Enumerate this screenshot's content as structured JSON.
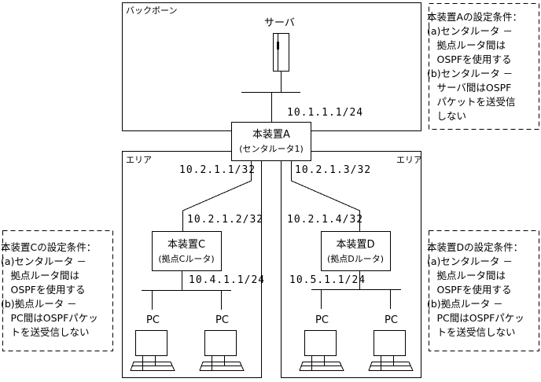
{
  "backbone": {
    "label": "バックボーン",
    "server_label": "サーバ",
    "server_ip": "10.1.1.1/24"
  },
  "router_a": {
    "name": "本装置A",
    "role": "(センタルータ1)",
    "left_link_ip": "10.2.1.1/32",
    "right_link_ip": "10.2.1.3/32"
  },
  "area_left": {
    "label": "エリア",
    "router": {
      "name": "本装置C",
      "role": "(拠点Cルータ)",
      "uplink_ip": "10.2.1.2/32",
      "lan_ip": "10.4.1.1/24"
    },
    "pcs": [
      {
        "label": "PC"
      },
      {
        "label": "PC"
      }
    ]
  },
  "area_right": {
    "label": "エリア",
    "router": {
      "name": "本装置D",
      "role": "(拠点Dルータ)",
      "uplink_ip": "10.2.1.4/32",
      "lan_ip": "10.5.1.1/24"
    },
    "pcs": [
      {
        "label": "PC"
      },
      {
        "label": "PC"
      }
    ]
  },
  "notes": {
    "a": {
      "title": "本装置Aの設定条件：",
      "lines": [
        "(a)センタルータ －",
        "　拠点ルータ間は",
        "　OSPFを使用する",
        "(b)センタルータ －",
        "　サーバ間はOSPF",
        "　パケットを送受信",
        "　しない"
      ]
    },
    "c": {
      "title": "本装置Cの設定条件：",
      "lines": [
        "(a)センタルータ －",
        "　拠点ルータ間は",
        "　OSPFを使用する",
        "(b)拠点ルータ －",
        "　PC間はOSPFパケッ",
        "　トを送受信しない"
      ]
    },
    "d": {
      "title": "本装置Dの設定条件：",
      "lines": [
        "(a)センタルータ －",
        "　拠点ルータ間は",
        "　OSPFを使用する",
        "(b)拠点ルータ －",
        "　PC間はOSPFパケッ",
        "　トを送受信しない"
      ]
    }
  }
}
